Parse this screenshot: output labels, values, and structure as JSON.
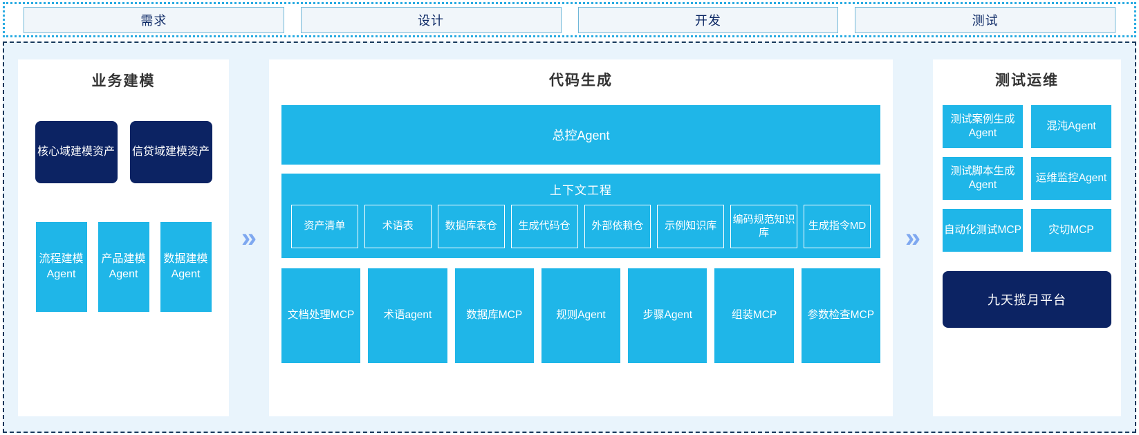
{
  "phases": {
    "items": [
      {
        "label": "需求"
      },
      {
        "label": "设计"
      },
      {
        "label": "开发"
      },
      {
        "label": "测试"
      }
    ]
  },
  "left_panel": {
    "title": "业务建模",
    "assets": [
      {
        "label": "核心域建模资产"
      },
      {
        "label": "信贷域建模资产"
      }
    ],
    "agents": [
      {
        "label": "流程建模Agent"
      },
      {
        "label": "产品建模Agent"
      },
      {
        "label": "数据建模Agent"
      }
    ]
  },
  "mid_panel": {
    "title": "代码生成",
    "master_agent": "总控Agent",
    "context": {
      "title": "上下文工程",
      "items": [
        {
          "label": "资产清单"
        },
        {
          "label": "术语表"
        },
        {
          "label": "数据库表仓"
        },
        {
          "label": "生成代码仓"
        },
        {
          "label": "外部依赖仓"
        },
        {
          "label": "示例知识库"
        },
        {
          "label": "编码规范知识库"
        },
        {
          "label": "生成指令MD"
        }
      ]
    },
    "tools": [
      {
        "label": "文档处理MCP"
      },
      {
        "label": "术语agent"
      },
      {
        "label": "数据库MCP"
      },
      {
        "label": "规则Agent"
      },
      {
        "label": "步骤Agent"
      },
      {
        "label": "组装MCP"
      },
      {
        "label": "参数检查MCP"
      }
    ]
  },
  "right_panel": {
    "title": "测试运维",
    "boxes": [
      {
        "label": "测试案例生成Agent"
      },
      {
        "label": "混沌Agent"
      },
      {
        "label": "测试脚本生成Agent"
      },
      {
        "label": "运维监控Agent"
      },
      {
        "label": "自动化测试MCP"
      },
      {
        "label": "灾切MCP"
      }
    ],
    "platform": "九天揽月平台"
  },
  "separators": {
    "chevron": "»"
  },
  "colors": {
    "accent_blue": "#1FB6E8",
    "navy": "#0C2363",
    "region_bg": "#E9F4FC",
    "chevron": "#7FA8F0",
    "phase_border": "#6FB7D8",
    "dotted_border": "#29ABE2",
    "dashed_border": "#16385C"
  }
}
